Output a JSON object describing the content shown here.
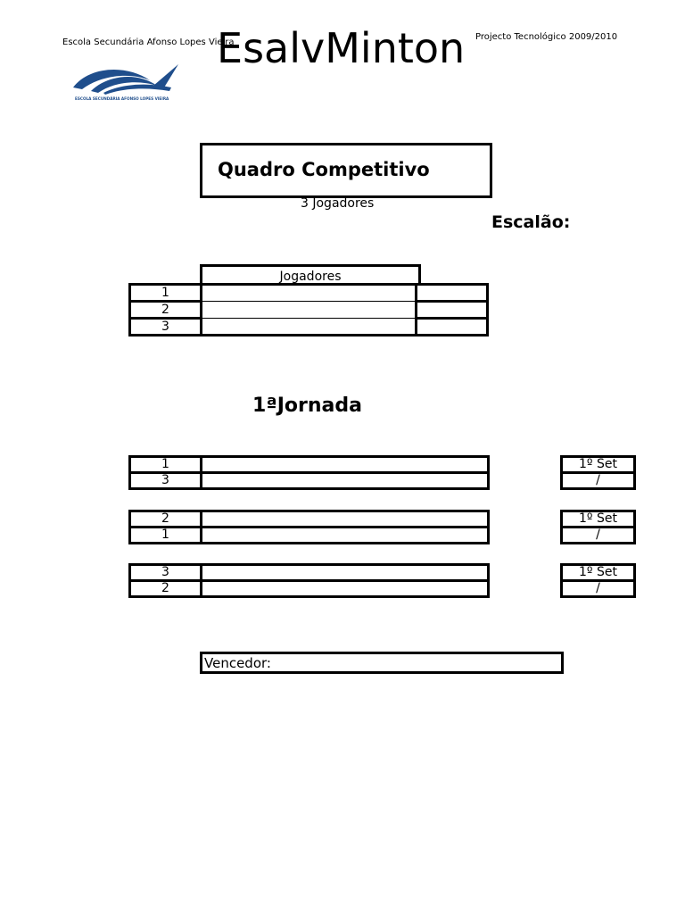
{
  "header": {
    "school": "Escola Secundária Afonso Lopes Vieira",
    "brand": "EsalvMinton",
    "project": "Projecto Tecnológico 2009/2010",
    "logo_text": "ESCOLA SECUNDÁRIA AFONSO LOPES VIEIRA",
    "logo_color": "#1f4e8c"
  },
  "title": "Quadro Competitivo",
  "subtitle": "3 Jogadores",
  "escalao_label": "Escalão:",
  "players": {
    "header": "Jogadores",
    "rows": [
      "1",
      "2",
      "3"
    ]
  },
  "jornada": "1ªJornada",
  "matches": [
    {
      "p1": "1",
      "p2": "3",
      "set_label": "1º Set",
      "score_sep": "/"
    },
    {
      "p1": "2",
      "p2": "1",
      "set_label": "1º Set",
      "score_sep": "/"
    },
    {
      "p1": "3",
      "p2": "2",
      "set_label": "1º Set",
      "score_sep": "/"
    }
  ],
  "winner_label": "Vencedor:"
}
